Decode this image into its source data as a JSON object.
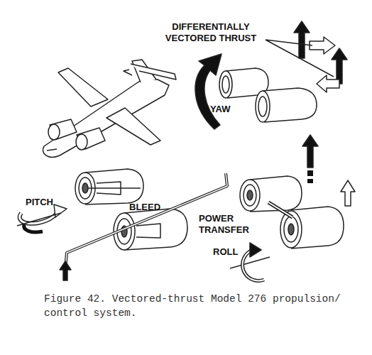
{
  "diagram": {
    "caption": "Figure 42. Vectored-thrust Model 276 propulsion/ control system.",
    "labels": [
      "DIFFERENTIALLY VECTORED THRUST",
      "YAW",
      "PITCH",
      "BLEED",
      "POWER TRANSFER",
      "ROLL"
    ]
  }
}
